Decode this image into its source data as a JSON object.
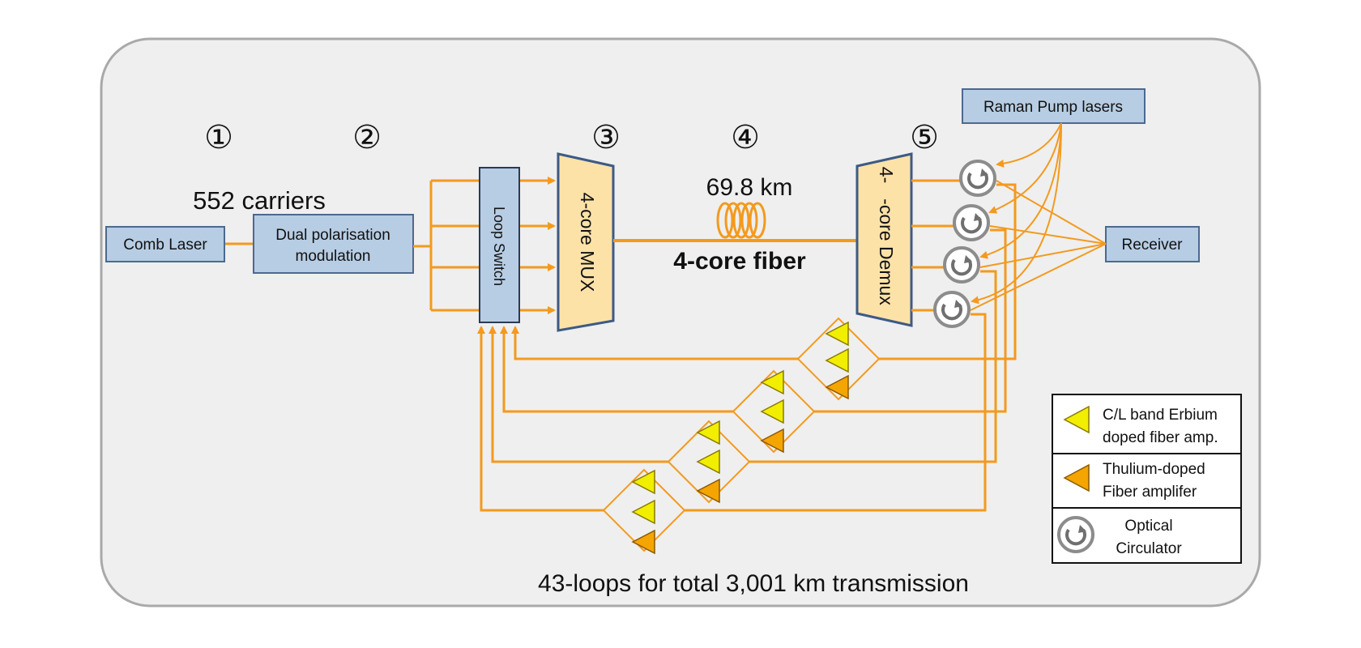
{
  "colors": {
    "panel_bg": "#efefef",
    "panel_border": "#a9a9a9",
    "box_fill": "#b7cde4",
    "box_stroke": "#4a6a90",
    "fiber_orange": "#f39a1e",
    "mux_fill": "#fde2a8",
    "edfa_yellow": "#f2ee00",
    "tdfa_orange": "#f5a500",
    "circulator_gray": "#8c8c8c"
  },
  "steps": [
    "①",
    "②",
    "③",
    "④",
    "⑤"
  ],
  "labels": {
    "carriers": "552 carriers",
    "distance": "69.8 km",
    "fiber": "4-core fiber",
    "loops": "43-loops for total 3,001 km transmission"
  },
  "blocks": {
    "comb_laser": "Comb Laser",
    "modulation_line1": "Dual polarisation",
    "modulation_line2": "modulation",
    "loop_switch": "Loop Switch",
    "mux": "4-core MUX",
    "demux_line1": "4-",
    "demux_line2": "-core Demux",
    "raman": "Raman Pump lasers",
    "receiver": "Receiver"
  },
  "legend": {
    "edfa_line1": "C/L band Erbium",
    "edfa_line2": "doped fiber amp.",
    "tdfa_line1": "Thulium-doped",
    "tdfa_line2": "Fiber amplifer",
    "circ_line1": "Optical",
    "circ_line2": "Circulator"
  }
}
